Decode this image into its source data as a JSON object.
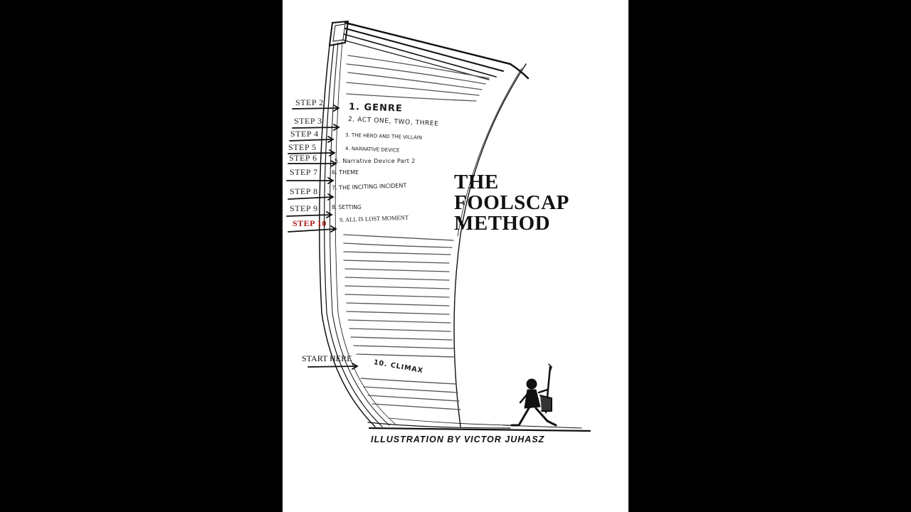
{
  "title": {
    "line1": "THE",
    "line2": "FOOLSCAP",
    "line3": "METHOD"
  },
  "credit": "ILLUSTRATION BY VICTOR JUHASZ",
  "start_label": "START HERE",
  "steps": [
    "STEP 2",
    "STEP 3",
    "STEP 4",
    "STEP 5",
    "STEP 6",
    "STEP 7",
    "STEP 8",
    "STEP 9",
    "STEP 10"
  ],
  "items": [
    "1.  GENRE",
    "2,  ACT ONE, TWO, THREE",
    "3.  THE HERO AND THE VILLAIN",
    "4.  NARRATIVE DEVICE",
    "5.  Narrative Device Part 2",
    "6. THEME",
    "7. THE INCITING INCIDENT",
    "8. SETTING",
    "9. ALL IS LOST MOMENT",
    "10. CLIMAX"
  ],
  "colors": {
    "background": "#000000",
    "page": "#ffffff",
    "ink": "#111111",
    "accent": "#b01a1a"
  }
}
